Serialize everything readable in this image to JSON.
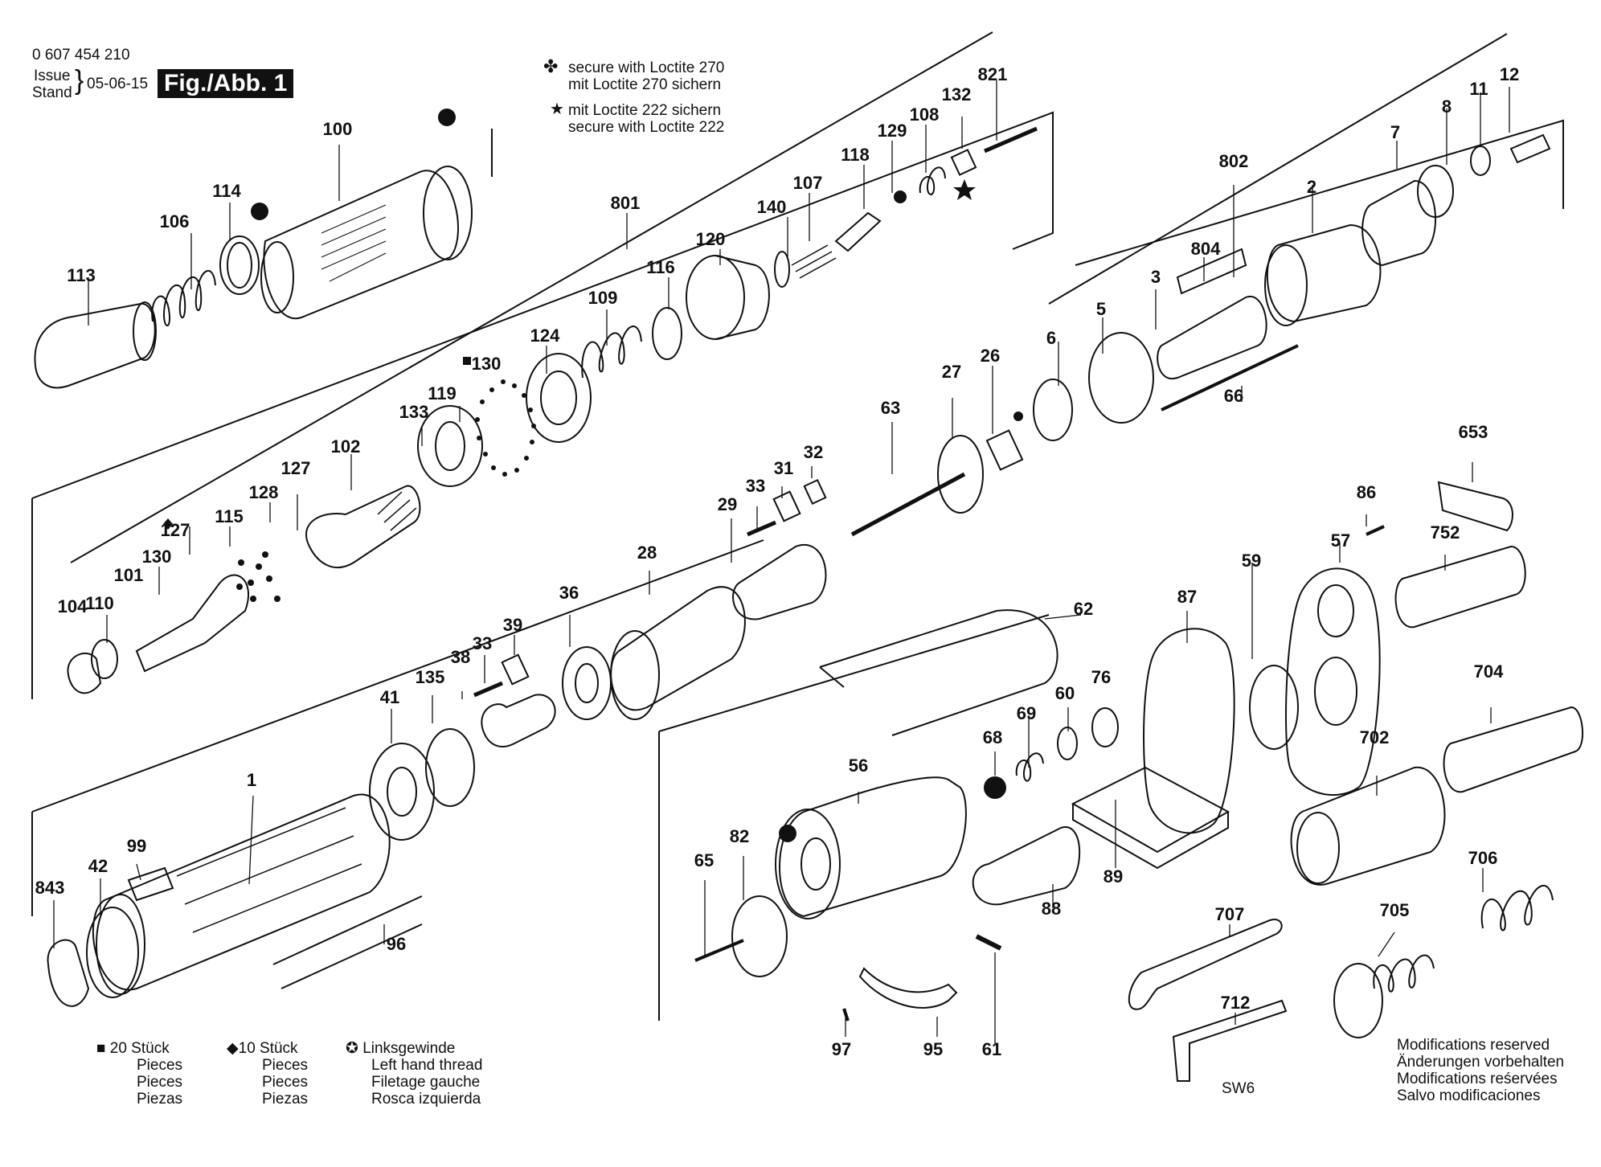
{
  "header": {
    "doc_number": "0 607 454 210",
    "issue_label": "Issue",
    "stand_label": "Stand",
    "issue_date": "05-06-15",
    "figure_tag": "Fig./Abb. 1"
  },
  "loctite_notes": {
    "clover_line1": "secure with Loctite 270",
    "clover_line2": "mit Loctite 270 sichern",
    "star_line1": "mit Loctite 222 sichern",
    "star_line2": "secure with Loctite 222"
  },
  "legend": {
    "square_qty": "20 Stück",
    "diamond_qty": "10 Stück",
    "pieces_lines": [
      "Pieces",
      "Pieces",
      "Piezas"
    ],
    "lh_thread_lines": [
      "Linksgewinde",
      "Left hand thread",
      "Filetage gauche",
      "Rosca izquierda"
    ]
  },
  "modifications": [
    "Modifications reserved",
    "Änderungen vorbehalten",
    "Modifications reśervées",
    "Salvo modificaciones"
  ],
  "wrench_size": "SW6",
  "part_labels": [
    "100",
    "114",
    "106",
    "113",
    "801",
    "109",
    "116",
    "120",
    "140",
    "107",
    "118",
    "129",
    "108",
    "132",
    "821",
    "124",
    "130",
    "119",
    "133",
    "102",
    "127",
    "128",
    "115",
    "127",
    "130",
    "101",
    "110",
    "104",
    "802",
    "804",
    "2",
    "7",
    "8",
    "11",
    "12",
    "3",
    "5",
    "6",
    "66",
    "26",
    "27",
    "63",
    "33",
    "31",
    "32",
    "29",
    "28",
    "36",
    "39",
    "33",
    "38",
    "135",
    "41",
    "1",
    "99",
    "42",
    "843",
    "96",
    "653",
    "86",
    "57",
    "752",
    "59",
    "87",
    "62",
    "60",
    "76",
    "69",
    "68",
    "56",
    "82",
    "65",
    "89",
    "88",
    "61",
    "95",
    "97",
    "702",
    "704",
    "706",
    "705",
    "707",
    "712"
  ]
}
